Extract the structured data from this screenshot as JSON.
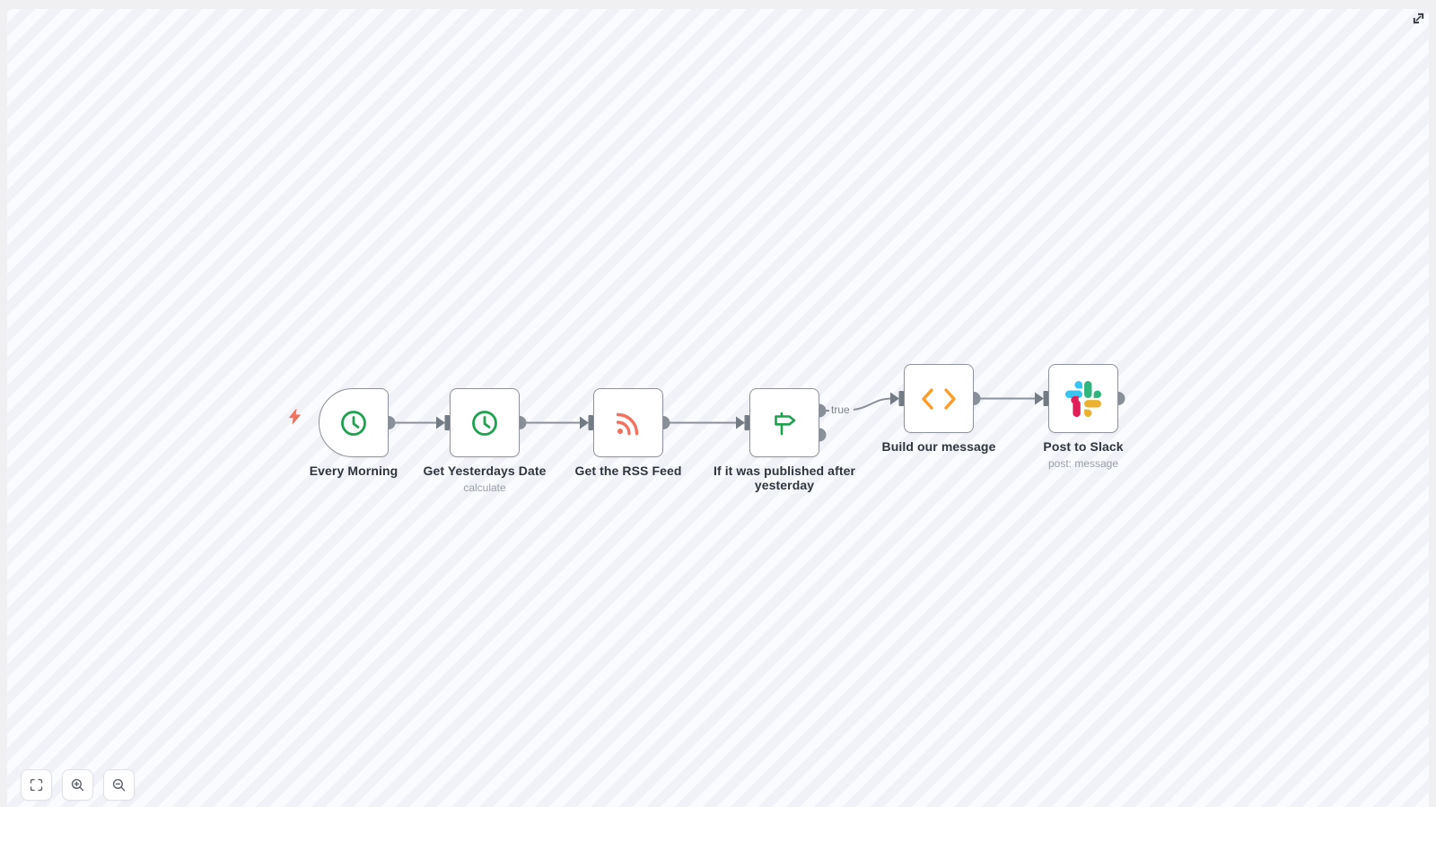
{
  "workflow": {
    "nodes": [
      {
        "name": "Every Morning",
        "type": "schedule-trigger",
        "icon": "clock-icon"
      },
      {
        "name": "Get Yesterdays Date",
        "subtitle": "calculate",
        "icon": "clock-icon"
      },
      {
        "name": "Get the RSS Feed",
        "icon": "rss-icon"
      },
      {
        "name": "If it was published after\nyesterday",
        "icon": "signpost-icon"
      },
      {
        "name": "Build our message",
        "icon": "code-icon"
      },
      {
        "name": "Post to Slack",
        "subtitle": "post: message",
        "icon": "slack-icon"
      }
    ],
    "connection_label": "true",
    "trigger_badge_icon": "lightning-bolt-icon"
  },
  "canvas_controls": {
    "buttons": [
      {
        "icon": "fit-view-icon"
      },
      {
        "icon": "zoom-in-icon"
      },
      {
        "icon": "zoom-out-icon"
      }
    ],
    "expand_icon": "expand-icon"
  },
  "colors": {
    "canvas_stripe_light": "#fafbfe",
    "canvas_stripe_dark": "#f1f2f8",
    "frame": "#f0f0f3",
    "node_border": "#8d929c",
    "connector_gray": "#8a909a",
    "input_port_gray": "#757b85",
    "label_dark": "#2f353e",
    "subtitle_gray": "#9aa0a8",
    "green": "#1da24e",
    "coral": "#f4705f",
    "orange": "#ff9b27",
    "slack_blue": "#36C5F0",
    "slack_green": "#2EB67D",
    "slack_red": "#E01E5A",
    "slack_yellow": "#ECB22E"
  }
}
